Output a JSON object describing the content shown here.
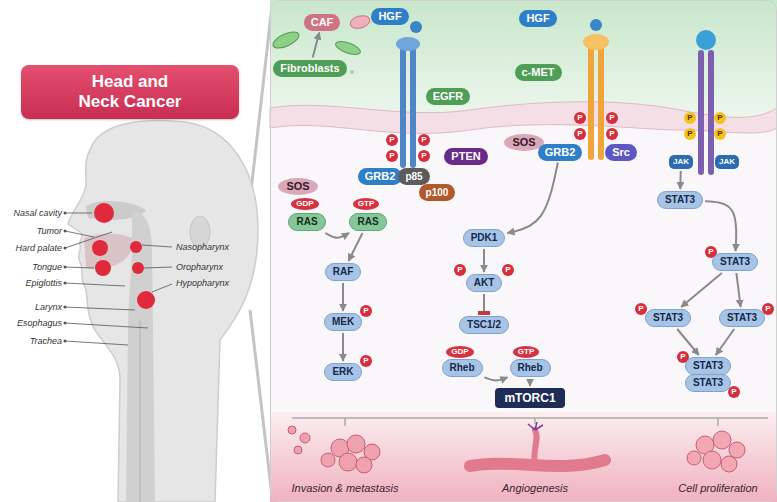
{
  "diagram": {
    "nodes": [
      {
        "text": [
          "Head and Neck Cancer"
        ]
      },
      {
        "text": [
          "CAF"
        ]
      },
      {
        "text": [
          "Fibroblasts"
        ]
      },
      {
        "text": [
          "HGF"
        ]
      },
      {
        "text": [
          "EGFR"
        ]
      },
      {
        "text": [
          "HGF"
        ]
      },
      {
        "text": [
          "c-MET"
        ]
      },
      {
        "text": [
          "GRB2"
        ]
      },
      {
        "text": [
          "p85"
        ]
      },
      {
        "text": [
          "p100"
        ]
      },
      {
        "text": [
          "PTEN"
        ]
      },
      {
        "text": [
          "SOS"
        ]
      },
      {
        "text": [
          "GRB2"
        ]
      },
      {
        "text": [
          "Src"
        ]
      },
      {
        "text": [
          "SOS"
        ]
      },
      {
        "text": [
          "GDP"
        ]
      },
      {
        "text": [
          "RAS"
        ]
      },
      {
        "text": [
          "GTP"
        ]
      },
      {
        "text": [
          "RAS"
        ]
      },
      {
        "text": [
          "RAF"
        ]
      },
      {
        "text": [
          "MEK"
        ]
      },
      {
        "text": [
          "ERK"
        ]
      },
      {
        "text": [
          "PDK1"
        ]
      },
      {
        "text": [
          "AKT"
        ]
      },
      {
        "text": [
          "TSC1/2"
        ]
      },
      {
        "text": [
          "GDP"
        ]
      },
      {
        "text": [
          "Rheb"
        ]
      },
      {
        "text": [
          "GTP"
        ]
      },
      {
        "text": [
          "Rheb"
        ]
      },
      {
        "text": [
          "mTORC1"
        ]
      },
      {
        "text": [
          "JAK"
        ]
      },
      {
        "text": [
          "JAK"
        ]
      },
      {
        "text": [
          "STAT3"
        ]
      },
      {
        "text": [
          "STAT3"
        ]
      },
      {
        "text": [
          "STAT3"
        ]
      },
      {
        "text": [
          "STAT3"
        ]
      },
      {
        "text": [
          "STAT3"
        ]
      },
      {
        "text": [
          "STAT3"
        ]
      }
    ],
    "edges": [
      {
        "from": 2,
        "to": 1,
        "arrow": "to"
      },
      {
        "from": 16,
        "to": 18,
        "arrow": "to"
      },
      {
        "from": 18,
        "to": 19,
        "arrow": "to"
      },
      {
        "from": 19,
        "to": 20,
        "arrow": "to"
      },
      {
        "from": 20,
        "to": 21,
        "arrow": "to"
      },
      {
        "from": 12,
        "to": 22,
        "arrow": "to"
      },
      {
        "from": 22,
        "to": 23,
        "arrow": "to"
      },
      {
        "from": 23,
        "to": 24,
        "arrow": "to"
      },
      {
        "from": 26,
        "to": 28,
        "arrow": "to"
      },
      {
        "from": 28,
        "to": 29,
        "arrow": "to"
      },
      {
        "from": 30,
        "to": 32,
        "arrow": "to"
      },
      {
        "from": 32,
        "to": 33,
        "arrow": "to"
      },
      {
        "from": 33,
        "to": 34,
        "arrow": "to"
      },
      {
        "from": 33,
        "to": 35,
        "arrow": "to"
      },
      {
        "from": 34,
        "to": 36,
        "arrow": "to"
      },
      {
        "from": 35,
        "to": 36,
        "arrow": "to"
      }
    ],
    "labels": [
      "Nasal cavity",
      "Tumor",
      "Hard palate",
      "Tongue",
      "Epiglottis",
      "Larynx",
      "Esophagus",
      "Trachea",
      "Nasopharynx",
      "Oropharynx",
      "Hypopharynx",
      "P",
      "P",
      "P",
      "P",
      "P",
      "P",
      "P",
      "P",
      "P",
      "P",
      "P",
      "P",
      "P",
      "P",
      "P",
      "P",
      "P",
      "P",
      "P",
      "P",
      "P",
      "Invasion & metastasis",
      "Angiogenesis",
      "Cell proliferation"
    ]
  }
}
